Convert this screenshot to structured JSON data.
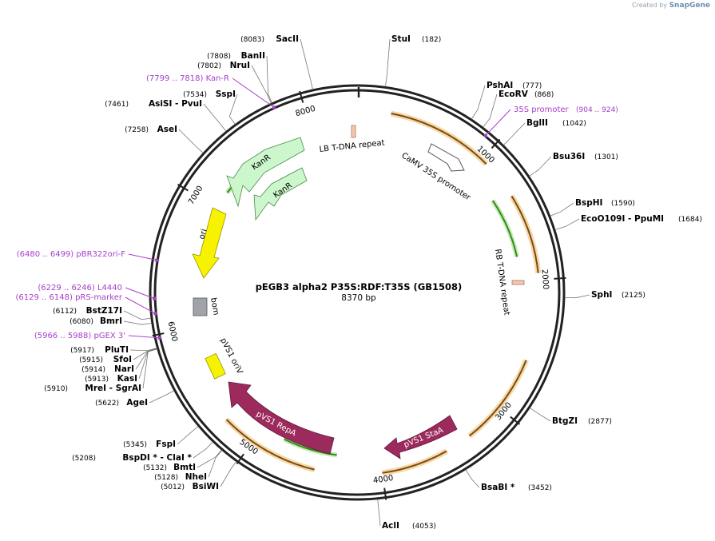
{
  "header": {
    "created_by": "Created by",
    "brand": "SnapGene"
  },
  "plasmid": {
    "name": "pEGB3 alpha2 P35S:RDF:T35S (GB1508)",
    "size_label": "8370 bp",
    "length": 8370
  },
  "colors": {
    "ring": "#222222",
    "primer": "#a640c9",
    "orange_feature": "#e7a43a",
    "green_feature": "#2f8f1d",
    "kanr": "#ccf7cc",
    "ori": "#f7f300",
    "rep_protein": "#9c2a5c",
    "bom": "#a0a3a8",
    "misc": "#f4c8b0"
  },
  "ticks": [
    {
      "pos": 1000,
      "label": "1000"
    },
    {
      "pos": 2000,
      "label": "2000"
    },
    {
      "pos": 3000,
      "label": "3000"
    },
    {
      "pos": 4000,
      "label": "4000"
    },
    {
      "pos": 5000,
      "label": "5000"
    },
    {
      "pos": 6000,
      "label": "6000"
    },
    {
      "pos": 7000,
      "label": "7000"
    },
    {
      "pos": 8000,
      "label": "8000"
    }
  ],
  "sites_right": [
    {
      "name": "StuI",
      "pos": "(182)",
      "bp": 182
    },
    {
      "name": "PshAI",
      "pos": "(777)",
      "bp": 777
    },
    {
      "name": "EcoRV",
      "pos": "(868)",
      "bp": 868
    },
    {
      "name": "BglII",
      "pos": "(1042)",
      "bp": 1042
    },
    {
      "name": "Bsu36I",
      "pos": "(1301)",
      "bp": 1301
    },
    {
      "name": "BspHI",
      "pos": "(1590)",
      "bp": 1590
    },
    {
      "name": "EcoO109I - PpuMI",
      "pos": "(1684)",
      "bp": 1684
    },
    {
      "name": "SphI",
      "pos": "(2125)",
      "bp": 2125
    },
    {
      "name": "BtgZI",
      "pos": "(2877)",
      "bp": 2877
    },
    {
      "name": "BsaBI *",
      "pos": "(3452)",
      "bp": 3452
    },
    {
      "name": "AclI",
      "pos": "(4053)",
      "bp": 4053
    }
  ],
  "sites_left": [
    {
      "name": "SacII",
      "pos": "(8083)",
      "bp": 8083
    },
    {
      "name": "BanII",
      "pos": "(7808)",
      "bp": 7808
    },
    {
      "name": "NruI",
      "pos": "(7802)",
      "bp": 7802
    },
    {
      "name": "SspI",
      "pos": "(7534)",
      "bp": 7534
    },
    {
      "name": "AsiSI - PvuI",
      "pos": "(7461)",
      "bp": 7461
    },
    {
      "name": "AseI",
      "pos": "(7258)",
      "bp": 7258
    },
    {
      "name": "BstZ17I",
      "pos": "(6112)",
      "bp": 6112
    },
    {
      "name": "BmrI",
      "pos": "(6080)",
      "bp": 6080
    },
    {
      "name": "PluTI",
      "pos": "(5917)",
      "bp": 5917
    },
    {
      "name": "SfoI",
      "pos": "(5915)",
      "bp": 5915
    },
    {
      "name": "NarI",
      "pos": "(5914)",
      "bp": 5914
    },
    {
      "name": "KasI",
      "pos": "(5913)",
      "bp": 5913
    },
    {
      "name": "MreI - SgrAI",
      "pos": "(5910)",
      "bp": 5910
    },
    {
      "name": "AgeI",
      "pos": "(5622)",
      "bp": 5622
    },
    {
      "name": "FspI",
      "pos": "(5345)",
      "bp": 5345
    },
    {
      "name": "BspDI * - ClaI *",
      "pos": "(5208)",
      "bp": 5208
    },
    {
      "name": "BmtI",
      "pos": "(5132)",
      "bp": 5132
    },
    {
      "name": "NheI",
      "pos": "(5128)",
      "bp": 5128
    },
    {
      "name": "BsiWI",
      "pos": "(5012)",
      "bp": 5012
    }
  ],
  "primers": [
    {
      "label": "(7799 .. 7818)  Kan-R",
      "bp": 7808,
      "side": "left"
    },
    {
      "label": "35S promoter",
      "range": "(904 .. 924)",
      "bp": 914,
      "side": "right"
    },
    {
      "label": "(6480 .. 6499)  pBR322ori-F",
      "bp": 6490,
      "side": "left"
    },
    {
      "label": "(6229 .. 6246)  L4440",
      "bp": 6238,
      "side": "left"
    },
    {
      "label": "(6129 .. 6148)  pRS-marker",
      "bp": 6139,
      "side": "left"
    },
    {
      "label": "(5966 .. 5988)  pGEX 3'",
      "bp": 5977,
      "side": "left"
    }
  ],
  "features": [
    {
      "name": "LB T-DNA repeat"
    },
    {
      "name": "CaMV 35S promoter"
    },
    {
      "name": "RB T-DNA repeat"
    },
    {
      "name": "KanR"
    },
    {
      "name": "KanR"
    },
    {
      "name": "ori"
    },
    {
      "name": "bom"
    },
    {
      "name": "pVS1 oriV"
    },
    {
      "name": "pVS1 RepA"
    },
    {
      "name": "pVS1 StaA"
    }
  ]
}
